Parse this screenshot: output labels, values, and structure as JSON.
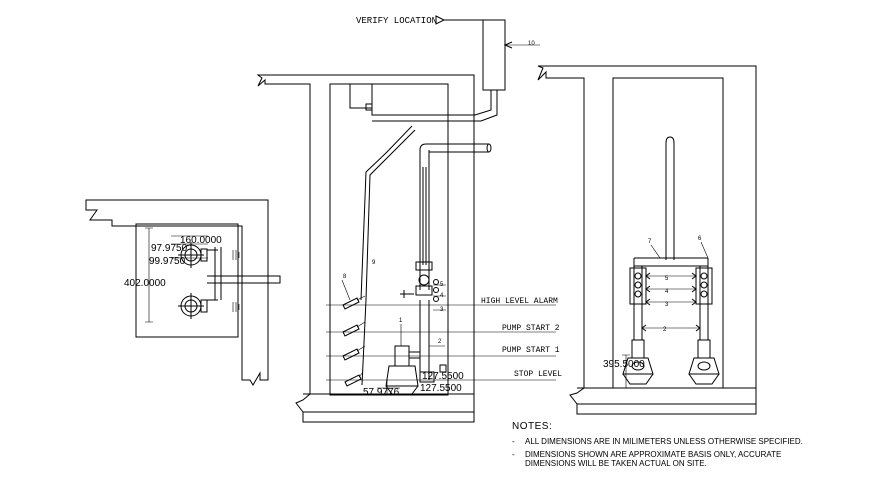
{
  "callouts": {
    "verify_location": "VERIFY LOCATION",
    "tag_10": "10",
    "tag_9": "9",
    "tag_8": "8",
    "tag_5": "5",
    "tag_4": "4",
    "tag_3": "3",
    "tag_2": "2",
    "tag_1": "1",
    "tag_7": "7",
    "tag_6": "6",
    "right_5": "5",
    "right_4": "4",
    "right_3": "3",
    "right_2": "2"
  },
  "levels": {
    "high_level_alarm": "HIGH LEVEL ALARM",
    "pump_start_2": "PUMP START 2",
    "pump_start_1": "PUMP START 1",
    "stop_level": "STOP LEVEL"
  },
  "dimensions": {
    "plan_160": "160.0000",
    "plan_97": "97.9750",
    "plan_99": "99.9750",
    "plan_402": "402.0000",
    "elev_57": "57.9776",
    "elev_127a": "127.5500",
    "elev_127b": "127.5500",
    "right_395": "395.5000"
  },
  "notes": {
    "title": "NOTES:",
    "items": [
      "ALL DIMENSIONS ARE IN MILIMETERS UNLESS OTHERWISE SPECIFIED.",
      "DIMENSIONS SHOWN ARE APPROXIMATE BASIS ONLY, ACCURATE DIMENSIONS WILL BE TAKEN ACTUAL ON SITE."
    ]
  }
}
